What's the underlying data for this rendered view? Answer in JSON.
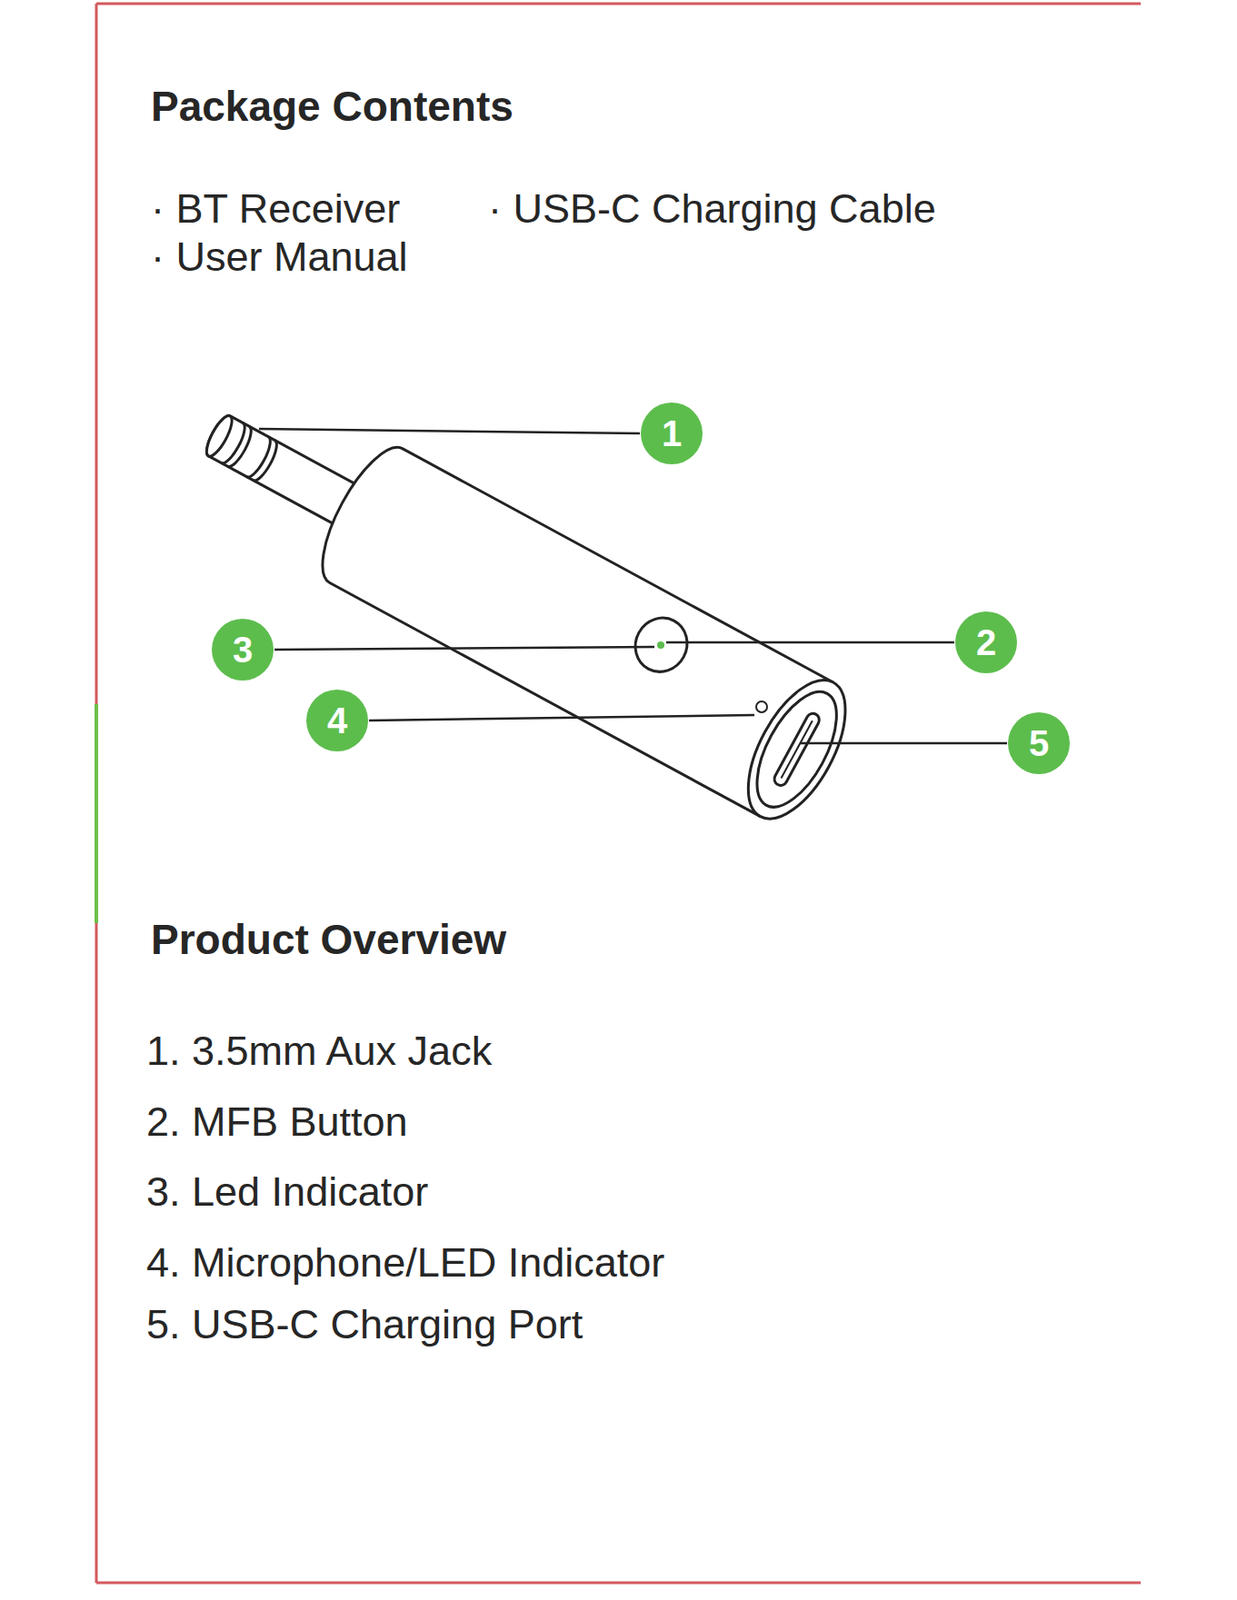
{
  "diagram": {
    "title": "Package Contents",
    "nodes": [
      {
        "text": [
          "1"
        ]
      },
      {
        "text": [
          "2"
        ]
      },
      {
        "text": [
          "3"
        ]
      },
      {
        "text": [
          "4"
        ]
      },
      {
        "text": [
          "5"
        ]
      }
    ],
    "labels": [
      "· BT Receiver",
      "· USB-C Charging Cable",
      "· User Manual",
      "Product Overview",
      "1. 3.5mm Aux Jack",
      "2. MFB Button",
      "3. Led Indicator",
      "4. Microphone/LED Indicator",
      "5. USB-C Charging Port"
    ]
  }
}
